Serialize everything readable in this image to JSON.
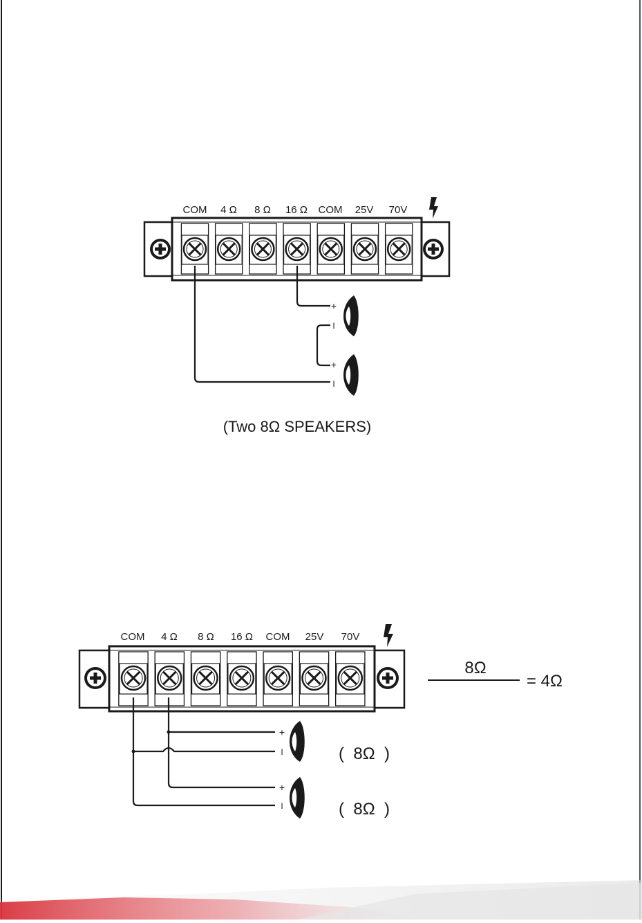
{
  "diagram1": {
    "terminal_labels": [
      "COM",
      "4 Ω",
      "8 Ω",
      "16 Ω",
      "COM",
      "25V",
      "70V"
    ],
    "plus_label": "+",
    "minus_label": "I",
    "caption": "(Two 8Ω  SPEAKERS)"
  },
  "diagram2": {
    "terminal_labels": [
      "COM",
      "4 Ω",
      "8 Ω",
      "16 Ω",
      "COM",
      "25V",
      "70V"
    ],
    "plus_label": "+",
    "minus_label": "I",
    "speaker1_label": "(  8Ω  )",
    "speaker2_label": "(  8Ω  )",
    "formula": {
      "numerator": "8Ω",
      "result": "= 4Ω"
    }
  },
  "colors": {
    "line": "#1a1a1a",
    "accent": "#d8333c"
  },
  "icons": [
    "lightning-bolt-icon",
    "mounting-screw-icon",
    "terminal-screw-icon",
    "speaker-icon"
  ]
}
